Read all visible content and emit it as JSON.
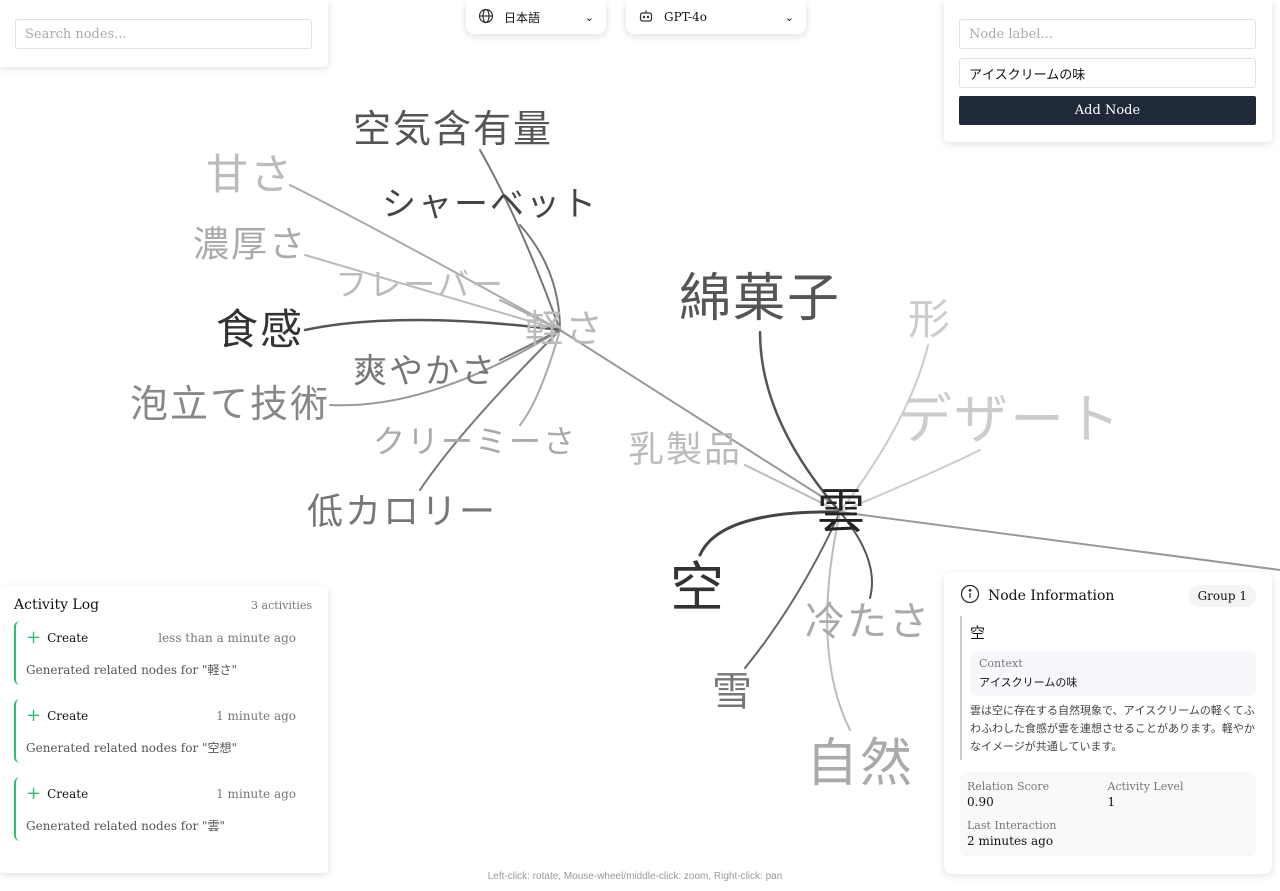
{
  "search": {
    "placeholder": "Search nodes..."
  },
  "language": {
    "icon": "globe-icon",
    "value": "日本語"
  },
  "model": {
    "icon": "bot-icon",
    "value": "GPT-4o"
  },
  "add_node": {
    "label_placeholder": "Node label...",
    "context_value": "アイスクリームの味",
    "button": "Add Node"
  },
  "graph": {
    "nodes": [
      {
        "label": "空気含有量"
      },
      {
        "label": "甘さ"
      },
      {
        "label": "濃厚さ"
      },
      {
        "label": "シャーベット"
      },
      {
        "label": "フレーバー"
      },
      {
        "label": "軽さ"
      },
      {
        "label": "食感"
      },
      {
        "label": "泡立て技術"
      },
      {
        "label": "爽やかさ"
      },
      {
        "label": "クリーミーさ"
      },
      {
        "label": "低カロリー"
      },
      {
        "label": "綿菓子"
      },
      {
        "label": "形"
      },
      {
        "label": "デザート"
      },
      {
        "label": "乳製品"
      },
      {
        "label": "雲"
      },
      {
        "label": "空"
      },
      {
        "label": "冷たさ"
      },
      {
        "label": "雪"
      },
      {
        "label": "自然"
      }
    ]
  },
  "activity_log": {
    "title": "Activity Log",
    "count": "3 activities",
    "items": [
      {
        "type": "Create",
        "time": "less than a minute ago",
        "desc": "Generated related nodes for \"軽さ\""
      },
      {
        "type": "Create",
        "time": "1 minute ago",
        "desc": "Generated related nodes for \"空想\""
      },
      {
        "type": "Create",
        "time": "1 minute ago",
        "desc": "Generated related nodes for \"雲\""
      }
    ]
  },
  "node_info": {
    "title": "Node Information",
    "group": "Group 1",
    "node": "空",
    "context_label": "Context",
    "context": "アイスクリームの味",
    "description": "雲は空に存在する自然現象で、アイスクリームの軽くてふわふわした食感が雲を連想させることがあります。軽やかなイメージが共通しています。",
    "relation_score_label": "Relation Score",
    "relation_score": "0.90",
    "activity_level_label": "Activity Level",
    "activity_level": "1",
    "last_interaction_label": "Last Interaction",
    "last_interaction": "2 minutes ago"
  },
  "hint": "Left-click: rotate, Mouse-wheel/middle-click: zoom, Right-click: pan"
}
